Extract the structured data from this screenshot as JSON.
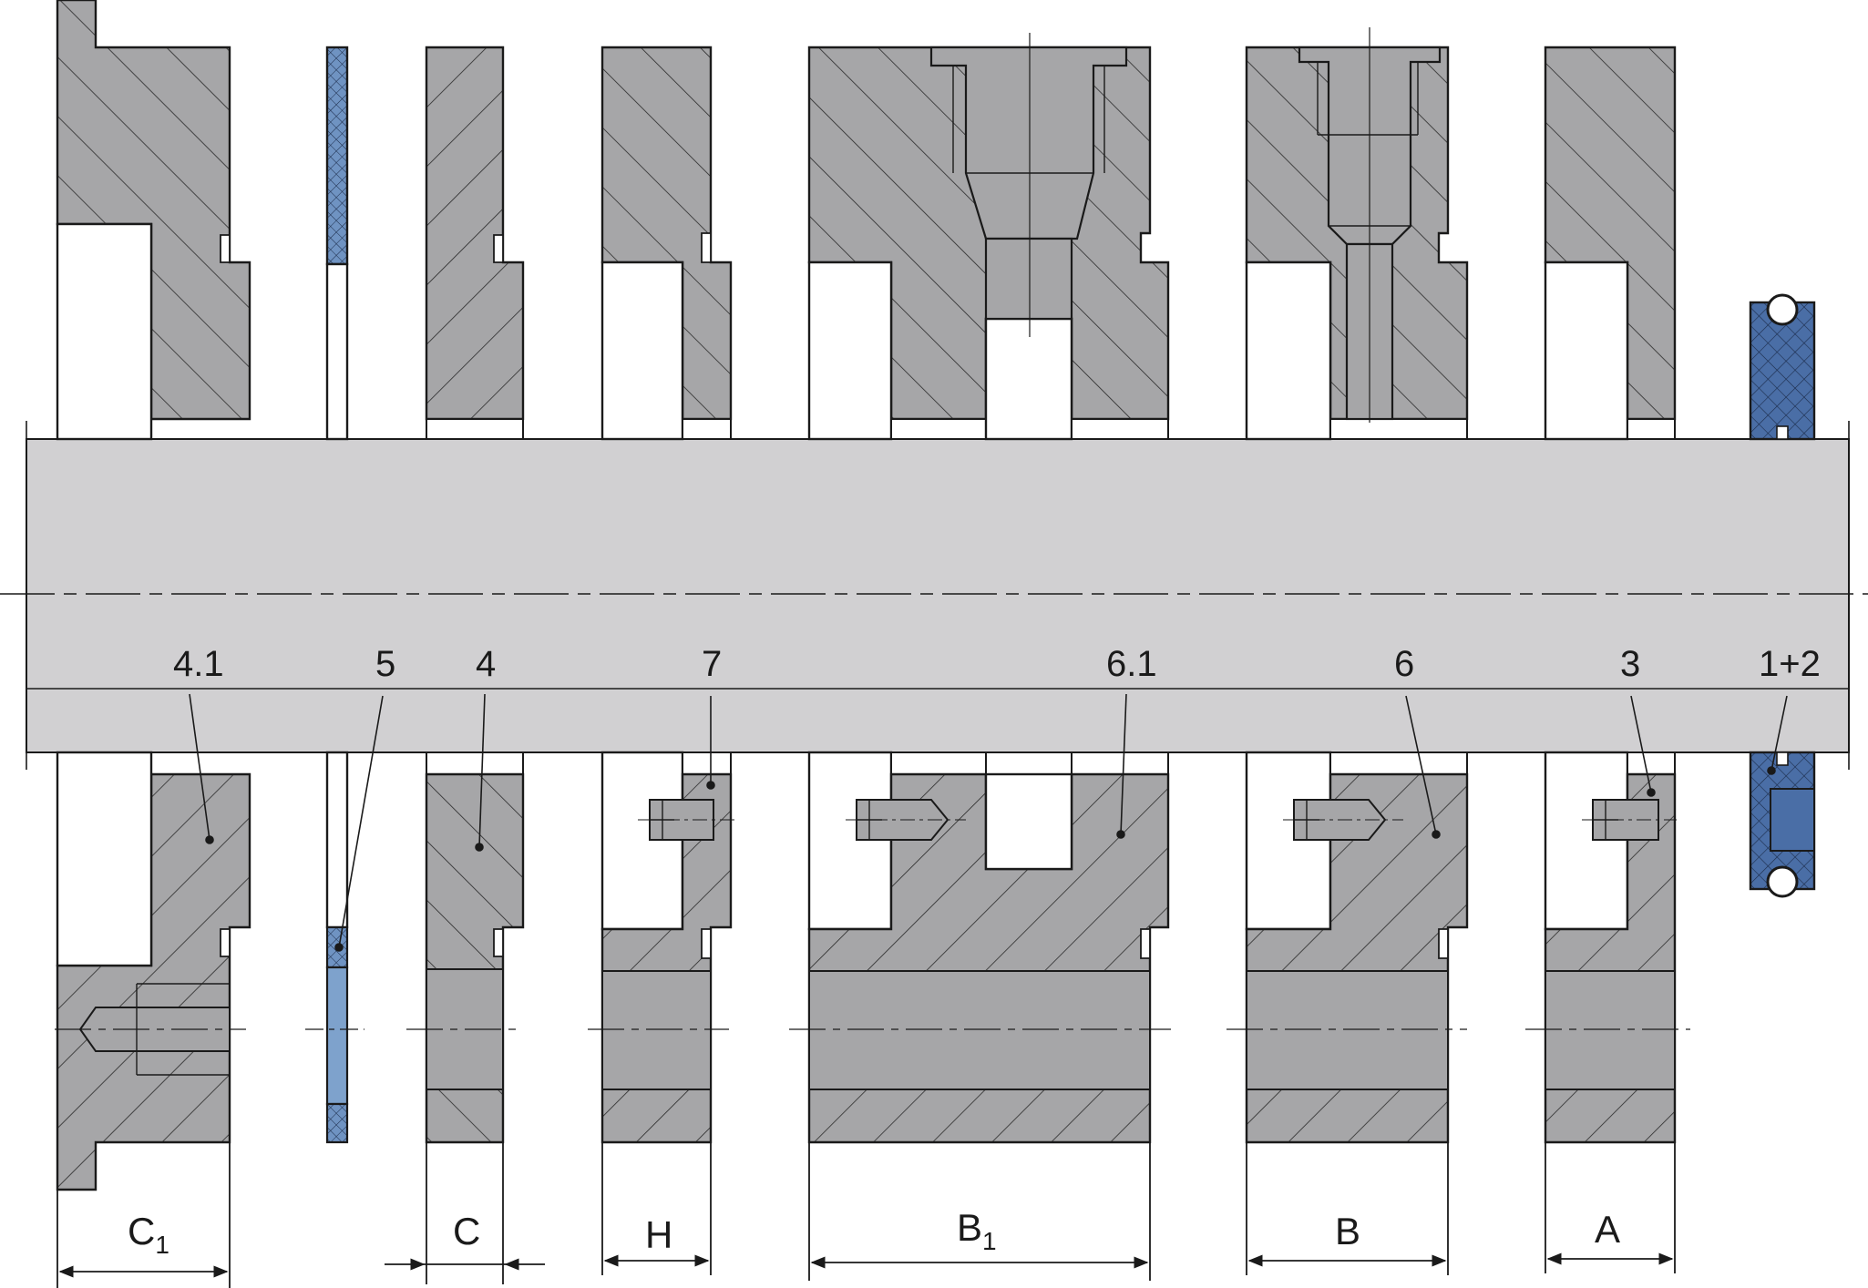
{
  "colors": {
    "shaft": "#d1d0d2",
    "steel": "#a6a6a8",
    "seal": "#4a6ea6",
    "seal_light": "#7ea2cc",
    "outline": "#1a1a1a",
    "background": "#ffffff"
  },
  "part_labels": [
    {
      "id": "p41",
      "text": "4.1"
    },
    {
      "id": "p5",
      "text": "5"
    },
    {
      "id": "p4",
      "text": "4"
    },
    {
      "id": "p7",
      "text": "7"
    },
    {
      "id": "p61",
      "text": "6.1"
    },
    {
      "id": "p6",
      "text": "6"
    },
    {
      "id": "p3",
      "text": "3"
    },
    {
      "id": "p12",
      "text": "1+2"
    }
  ],
  "dimensions": [
    {
      "id": "C1",
      "text": "C",
      "sub": "1"
    },
    {
      "id": "C",
      "text": "C",
      "sub": ""
    },
    {
      "id": "H",
      "text": "H",
      "sub": ""
    },
    {
      "id": "B1",
      "text": "B",
      "sub": "1"
    },
    {
      "id": "B",
      "text": "B",
      "sub": ""
    },
    {
      "id": "A",
      "text": "A",
      "sub": ""
    }
  ]
}
